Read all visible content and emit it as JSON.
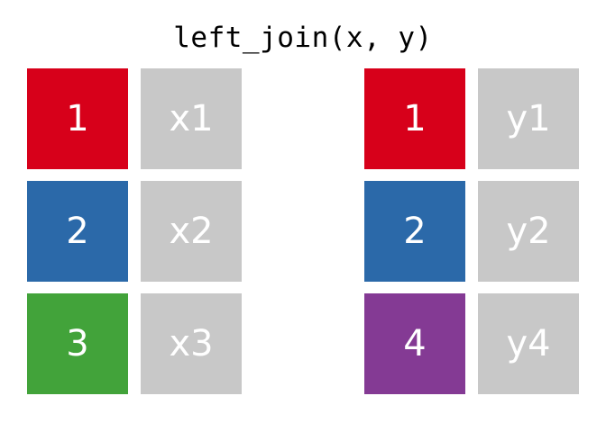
{
  "title": "left_join(x, y)",
  "tables": {
    "x": {
      "rows": [
        {
          "key": "1",
          "key_color": "#D7001A",
          "value": "x1",
          "value_color": "#C8C8C8"
        },
        {
          "key": "2",
          "key_color": "#2B69A9",
          "value": "x2",
          "value_color": "#C8C8C8"
        },
        {
          "key": "3",
          "key_color": "#42A33A",
          "value": "x3",
          "value_color": "#C8C8C8"
        }
      ]
    },
    "y": {
      "rows": [
        {
          "key": "1",
          "key_color": "#D7001A",
          "value": "y1",
          "value_color": "#C8C8C8"
        },
        {
          "key": "2",
          "key_color": "#2B69A9",
          "value": "y2",
          "value_color": "#C8C8C8"
        },
        {
          "key": "4",
          "key_color": "#843A94",
          "value": "y4",
          "value_color": "#C8C8C8"
        }
      ]
    }
  }
}
